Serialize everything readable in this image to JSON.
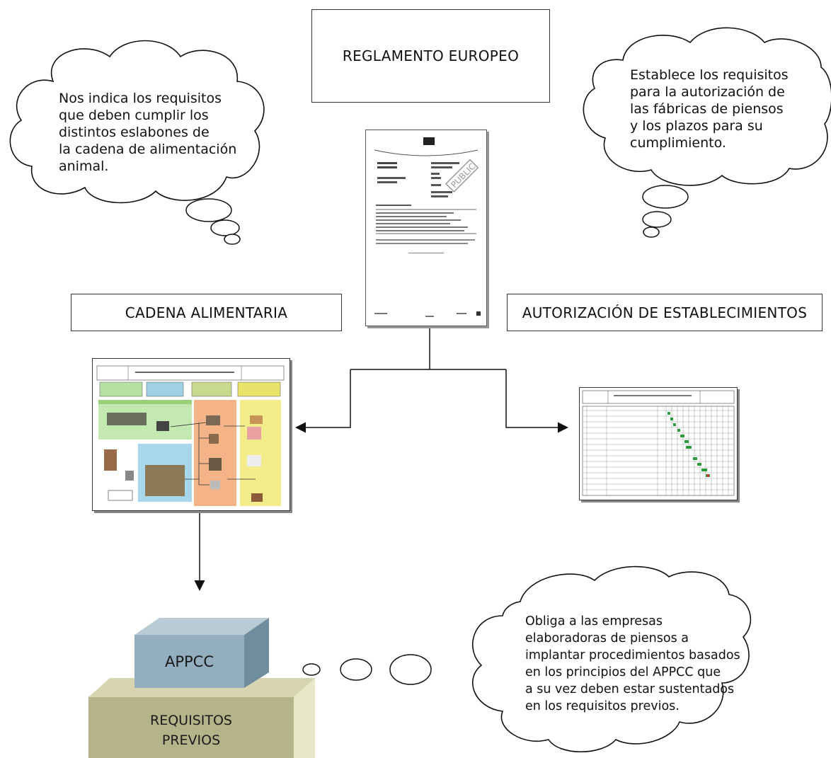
{
  "titles": {
    "reglamento": "REGLAMENTO EUROPEO",
    "cadena": "CADENA ALIMENTARIA",
    "autorizacion": "AUTORIZACIÓN DE ESTABLECIMIENTOS"
  },
  "clouds": {
    "left": [
      "Nos indica los requisitos",
      "que deben cumplir los",
      "distintos eslabones de",
      "la cadena de alimentación",
      "animal."
    ],
    "right": [
      "Establece los requisitos",
      "para la autorización de",
      "las fábricas de piensos",
      "y los plazos para su",
      "cumplimiento."
    ],
    "bottom": [
      "Obliga a las empresas",
      "elaboradoras de piensos a",
      "implantar procedimientos basados",
      "en los principios del APPCC que",
      "a su vez deben estar sustentados",
      "en los requisitos previos."
    ]
  },
  "document_stamp": "PUBLIC",
  "blocks": {
    "top": "APPCC",
    "bottom_line1": "REQUISITOS",
    "bottom_line2": "PREVIOS"
  },
  "colors": {
    "appcc_front": "#93aebe",
    "appcc_top": "#b9ccd6",
    "appcc_side": "#6f8d9e",
    "req_front": "#b5b38a",
    "req_top": "#d6d5b0",
    "req_side": "#e8e8c8"
  }
}
